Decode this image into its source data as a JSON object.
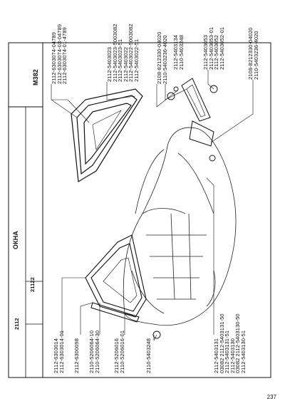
{
  "header": {
    "model_a": "2112",
    "model_b": "21122",
    "title": "ОКНА",
    "code": "M382"
  },
  "page_number": "237",
  "labels_top": [
    {
      "id": "t1",
      "lines": [
        "2112-6303074-04789",
        "2112-6303074-03-04789",
        "2112-6303074-01-4789"
      ]
    },
    {
      "id": "t2",
      "lines": [
        "2112-5403023",
        "2112-5403023-5003082",
        "2112-5403023-51",
        "2112-5403022",
        "2112-5403022-5003082",
        "2112-5403022-51"
      ]
    },
    {
      "id": "t3",
      "lines": [
        "2108-8212330-04020",
        "2110-5403236-4020"
      ]
    },
    {
      "id": "t4",
      "lines": [
        "2112-5403134",
        "2110-5403248"
      ]
    },
    {
      "id": "t5",
      "lines": [
        "2112-5403053",
        "2112-5403053-01",
        "2112-5403052",
        "2112-5403052-01"
      ]
    },
    {
      "id": "t6",
      "lines": [
        "2108-8212330-04020",
        "2110-5403236-4020"
      ]
    }
  ],
  "labels_bottom": [
    {
      "id": "b1",
      "lines": [
        "2112-6303014",
        "2112-6303014-01"
      ]
    },
    {
      "id": "b2",
      "lines": [
        "2112-6300098"
      ]
    },
    {
      "id": "b3",
      "lines": [
        "2110-5206064-10",
        "2110-5206064-30"
      ]
    },
    {
      "id": "b4",
      "lines": [
        "2112-5206016",
        "2110-5206016-01"
      ]
    },
    {
      "id": "b5",
      "lines": [
        "2110-5403248"
      ]
    },
    {
      "id": "b6",
      "lines": [
        "2112-5403131",
        "03082 2112-5403131-50",
        "2112-5403131-51",
        "2112-5403130",
        "03082 2112-5403130-50",
        "2112-5403130-51"
      ]
    }
  ]
}
